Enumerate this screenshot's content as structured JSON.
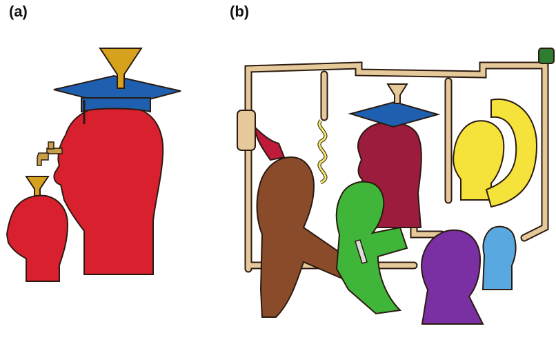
{
  "panels": {
    "a": {
      "label": "(a)"
    },
    "b": {
      "label": "(b)"
    }
  },
  "colors": {
    "head_red": "#d9202e",
    "cap_blue": "#1f5fb0",
    "funnel_gold": "#d6a21e",
    "pipe_tan": "#e6c99a",
    "brown": "#8a4b2a",
    "green": "#3fb53a",
    "maroon": "#9b1c3c",
    "yellow": "#f5e23a",
    "purple": "#7a2fa3",
    "light_blue": "#5aa8e0",
    "outline": "#2a1a10"
  },
  "icons": [
    "funnel-icon",
    "graduation-cap-icon",
    "faucet-icon",
    "pipe-network",
    "wrench-icon"
  ]
}
